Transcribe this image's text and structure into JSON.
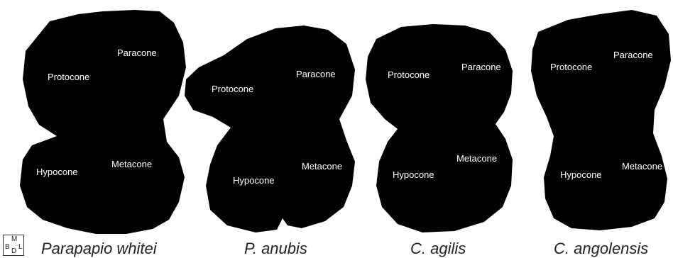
{
  "teeth": [
    {
      "species": "Parapapio whitei",
      "cusps": {
        "paracone": "Paracone",
        "protocone": "Protocone",
        "hypocone": "Hypocone",
        "metacone": "Metacone"
      }
    },
    {
      "species": "P. anubis",
      "cusps": {
        "paracone": "Paracone",
        "protocone": "Protocone",
        "hypocone": "Hypocone",
        "metacone": "Metacone"
      }
    },
    {
      "species": "C. agilis",
      "cusps": {
        "paracone": "Paracone",
        "protocone": "Protocone",
        "hypocone": "Hypocone",
        "metacone": "Metacone"
      }
    },
    {
      "species": "C. angolensis",
      "cusps": {
        "paracone": "Paracone",
        "protocone": "Protocone",
        "hypocone": "Hypocone",
        "metacone": "Metacone"
      }
    }
  ],
  "orientation": {
    "mesial": "M",
    "buccal": "B",
    "distal": "D",
    "lingual": "L"
  }
}
